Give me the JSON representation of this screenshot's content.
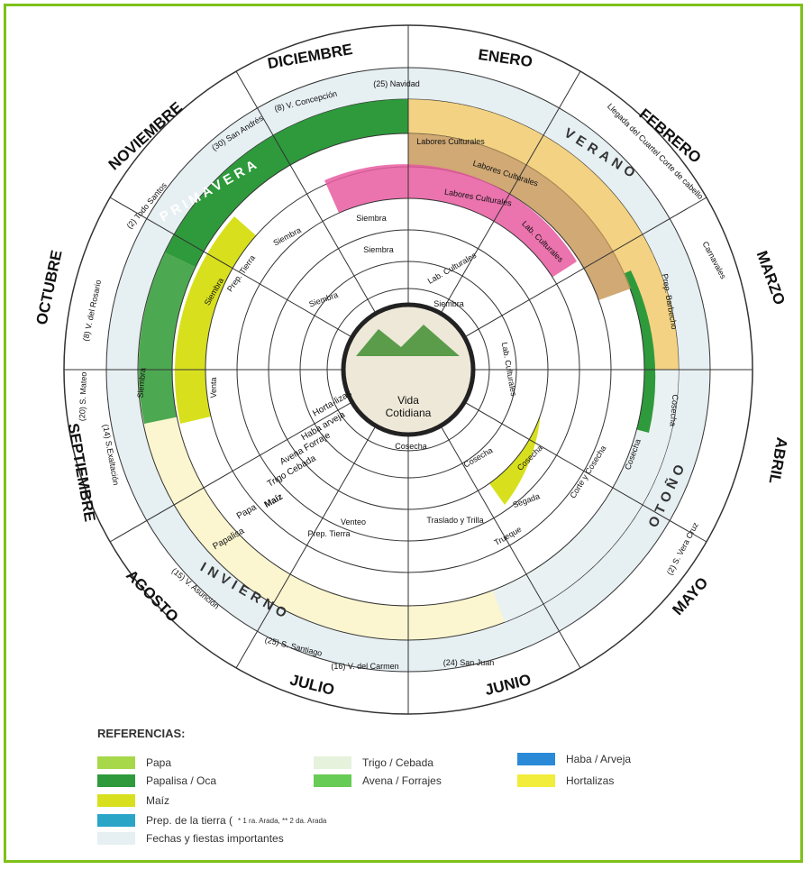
{
  "diagram": {
    "months": [
      "ENERO",
      "FEBRERO",
      "MARZO",
      "ABRIL",
      "MAYO",
      "JUNIO",
      "JULIO",
      "AGOSTO",
      "SEPTIEMBRE",
      "OCTUBRE",
      "NOVIEMBRE",
      "DICIEMBRE"
    ],
    "seasons": {
      "verano": "VERANO",
      "otono": "OTOÑO",
      "invierno": "INVIERNO",
      "primavera": "PRIMAVERA"
    },
    "center_label": [
      "Vida",
      "Cotidiana"
    ],
    "fiestas": [
      {
        "label": "(25) Navidad"
      },
      {
        "label": "(8) V. Concepción"
      },
      {
        "label": "(30) San Andrés"
      },
      {
        "label": "(2) Todo Santos"
      },
      {
        "label": "(8) V. del Rosario"
      },
      {
        "label": "(20) S. Mateo"
      },
      {
        "label": "(14) S.Exaltación"
      },
      {
        "label": "(15) V. Asunción"
      },
      {
        "label": "(25) S. Santiago"
      },
      {
        "label": "(16) V. del Carmen"
      },
      {
        "label": "(24) San Juan"
      },
      {
        "label": "(2) S. Vera Cruz"
      },
      {
        "label": "Carnavales"
      },
      {
        "label": "Llegada del Cuartel Corte de cabello"
      }
    ],
    "activities": {
      "labores_culturales": "Labores Culturales",
      "siembra": "Siembra",
      "lab_culturales": "Lab. Culturales",
      "cosecha": "Cosecha",
      "venta": "Venta",
      "prep_tierra": "Prep. Tierra",
      "prep_barbecho": "Prep. Barbecho",
      "corte_y_cosecha": "Corte y Cosecha",
      "segada": "Segada",
      "trueque": "Trueque",
      "traslado": "Traslado y Trilla",
      "venteo": "Venteo"
    },
    "crop_labels": [
      "Horta-lizas",
      "Haba arveja",
      "Avena Forraje",
      "Trigo Cebada",
      "Maíz",
      "Papa",
      "Papalisa"
    ]
  },
  "legend": {
    "title": "REFERENCIAS:",
    "items": [
      {
        "label": "Papa",
        "color": "#a6d84a"
      },
      {
        "label": "Papalisa / Oca",
        "color": "#2e9a3c"
      },
      {
        "label": "Maíz",
        "color": "#d8e01e"
      },
      {
        "label": "Prep. de la tierra (",
        "color": "#2aa5c8"
      },
      {
        "label": "Fechas y fiestas importantes",
        "color": "#e6eff2"
      },
      {
        "label": "Trigo / Cebada",
        "color": "#e6f2dc"
      },
      {
        "label": "Avena / Forrajes",
        "color": "#66cc55"
      },
      {
        "label": "Haba / Arveja",
        "color": "#2a8ad8"
      },
      {
        "label": "Hortalizas",
        "color": "#f2ec3a"
      }
    ],
    "prep_note": "* 1 ra. Arada, ** 2 da. Arada"
  }
}
